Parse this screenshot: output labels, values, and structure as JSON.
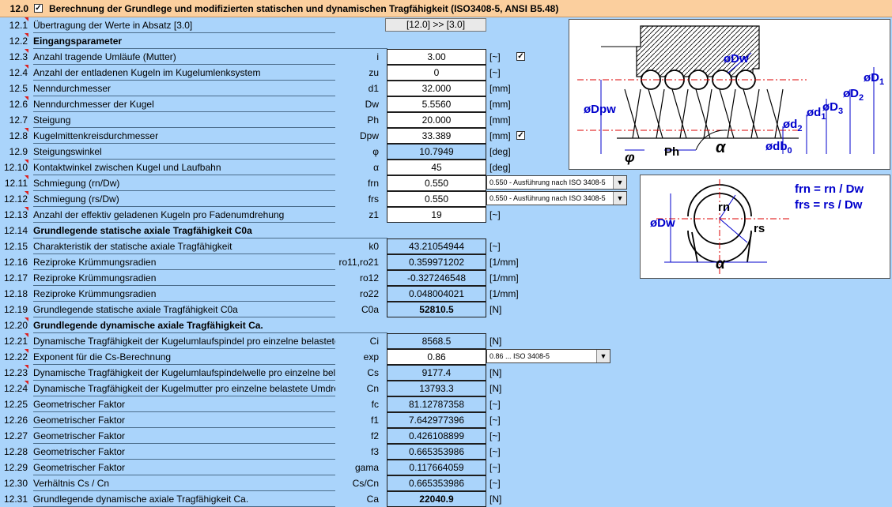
{
  "header": {
    "number": "12.0",
    "title": "Berechnung der Grundlege und modifizierten statischen und dynamischen Tragfähigkeit (ISO3408-5, ANSI B5.48)",
    "checked": "✓"
  },
  "transfer_button": "[12.0] >> [3.0]",
  "rows": [
    {
      "num": "12.1",
      "label": "Übertragung der Werte in Absatz [3.0]",
      "sym": "",
      "val": "",
      "unit": ""
    },
    {
      "num": "12.2",
      "label": "Eingangsparameter",
      "sym": "",
      "val": "",
      "unit": ""
    },
    {
      "num": "12.3",
      "label": "Anzahl tragende Umläufe (Mutter)",
      "sym": "i",
      "val": "3.00",
      "unit": "[~]"
    },
    {
      "num": "12.4",
      "label": "Anzahl der entladenen Kugeln im Kugelumlenksystem",
      "sym": "zu",
      "val": "0",
      "unit": "[~]"
    },
    {
      "num": "12.5",
      "label": "Nenndurchmesser",
      "sym": "d1",
      "val": "32.000",
      "unit": "[mm]"
    },
    {
      "num": "12.6",
      "label": "Nenndurchmesser der Kugel",
      "sym": "Dw",
      "val": "5.5560",
      "unit": "[mm]"
    },
    {
      "num": "12.7",
      "label": "Steigung",
      "sym": "Ph",
      "val": "20.000",
      "unit": "[mm]"
    },
    {
      "num": "12.8",
      "label": "Kugelmittenkreisdurchmesser",
      "sym": "Dpw",
      "val": "33.389",
      "unit": "[mm]"
    },
    {
      "num": "12.9",
      "label": "Steigungswinkel",
      "sym": "φ",
      "val": "10.7949",
      "unit": "[deg]"
    },
    {
      "num": "12.10",
      "label": "Kontaktwinkel zwischen Kugel und Laufbahn",
      "sym": "α",
      "val": "45",
      "unit": "[deg]"
    },
    {
      "num": "12.11",
      "label": "Schmiegung (rn/Dw)",
      "sym": "frn",
      "val": "0.550",
      "unit": ""
    },
    {
      "num": "12.12",
      "label": "Schmiegung (rs/Dw)",
      "sym": "frs",
      "val": "0.550",
      "unit": ""
    },
    {
      "num": "12.13",
      "label": "Anzahl der effektiv geladenen Kugeln pro Fadenumdrehung",
      "sym": "z1",
      "val": "19",
      "unit": "[~]"
    },
    {
      "num": "12.14",
      "label": "Grundlegende statische axiale Tragfähigkeit C0a",
      "sym": "",
      "val": "",
      "unit": ""
    },
    {
      "num": "12.15",
      "label": "Charakteristik der statische axiale Tragfähigkeit",
      "sym": "k0",
      "val": "43.21054944",
      "unit": "[~]"
    },
    {
      "num": "12.16",
      "label": "Reziproke Krümmungsradien",
      "sym": "ro11,ro21",
      "val": "0.359971202",
      "unit": "[1/mm]"
    },
    {
      "num": "12.17",
      "label": "Reziproke Krümmungsradien",
      "sym": "ro12",
      "val": "-0.327246548",
      "unit": "[1/mm]"
    },
    {
      "num": "12.18",
      "label": "Reziproke Krümmungsradien",
      "sym": "ro22",
      "val": "0.048004021",
      "unit": "[1/mm]"
    },
    {
      "num": "12.19",
      "label": "Grundlegende statische axiale Tragfähigkeit C0a",
      "sym": "C0a",
      "val": "52810.5",
      "unit": "[N]"
    },
    {
      "num": "12.20",
      "label": "Grundlegende dynamische axiale Tragfähigkeit Ca.",
      "sym": "",
      "val": "",
      "unit": ""
    },
    {
      "num": "12.21",
      "label": "Dynamische Tragfähigkeit der Kugelumlaufspindel pro einzelne belastete Umdrehung",
      "sym": "Ci",
      "val": "8568.5",
      "unit": "[N]"
    },
    {
      "num": "12.22",
      "label": "Exponent für die Cs-Berechnung",
      "sym": "exp",
      "val": "0.86",
      "unit": ""
    },
    {
      "num": "12.23",
      "label": "Dynamische Tragfähigkeit der Kugelumlaufspindelwelle pro einzelne belastete Umdrehung",
      "sym": "Cs",
      "val": "9177.4",
      "unit": "[N]"
    },
    {
      "num": "12.24",
      "label": "Dynamische Tragfähigkeit der Kugelmutter pro einzelne belastete Umdrehung",
      "sym": "Cn",
      "val": "13793.3",
      "unit": "[N]"
    },
    {
      "num": "12.25",
      "label": "Geometrischer Faktor",
      "sym": "fc",
      "val": "81.12787358",
      "unit": "[~]"
    },
    {
      "num": "12.26",
      "label": "Geometrischer Faktor",
      "sym": "f1",
      "val": "7.642977396",
      "unit": "[~]"
    },
    {
      "num": "12.27",
      "label": "Geometrischer Faktor",
      "sym": "f2",
      "val": "0.426108899",
      "unit": "[~]"
    },
    {
      "num": "12.28",
      "label": "Geometrischer Faktor",
      "sym": "f3",
      "val": "0.665353986",
      "unit": "[~]"
    },
    {
      "num": "12.29",
      "label": "Geometrischer Faktor",
      "sym": "gama",
      "val": "0.117664059",
      "unit": "[~]"
    },
    {
      "num": "12.30",
      "label": "Verhältnis Cs / Cn",
      "sym": "Cs/Cn",
      "val": "0.665353986",
      "unit": "[~]"
    },
    {
      "num": "12.31",
      "label": "Grundlegende dynamische axiale Tragfähigkeit Ca.",
      "sym": "Ca",
      "val": "22040.9",
      "unit": "[N]"
    }
  ],
  "dropdowns": {
    "frn": "0.550 - Ausführung nach ISO 3408-5",
    "frs": "0.550 - Ausführung nach ISO 3408-5",
    "exp": "0.86 ... ISO 3408-5"
  },
  "checkbox_mark": "✓",
  "figure1": {
    "labels": {
      "dw": "øDw",
      "dpw": "øDpw",
      "d1cap": "øD",
      "d2cap": "øD",
      "d3cap": "øD",
      "d2": "ød",
      "d1": "ød",
      "db0": "ødb",
      "ph": "Ph",
      "phi": "φ",
      "alpha": "α"
    },
    "subs": {
      "d1cap": "1",
      "d2cap": "2",
      "d3cap": "3",
      "d2": "2",
      "d1": "1",
      "db0": "0"
    }
  },
  "figure2": {
    "formula1": "frn = rn / Dw",
    "formula2": "frs = rs / Dw",
    "labels": {
      "dw": "øDw",
      "rn": "rn",
      "rs": "rs",
      "alpha": "α"
    }
  }
}
